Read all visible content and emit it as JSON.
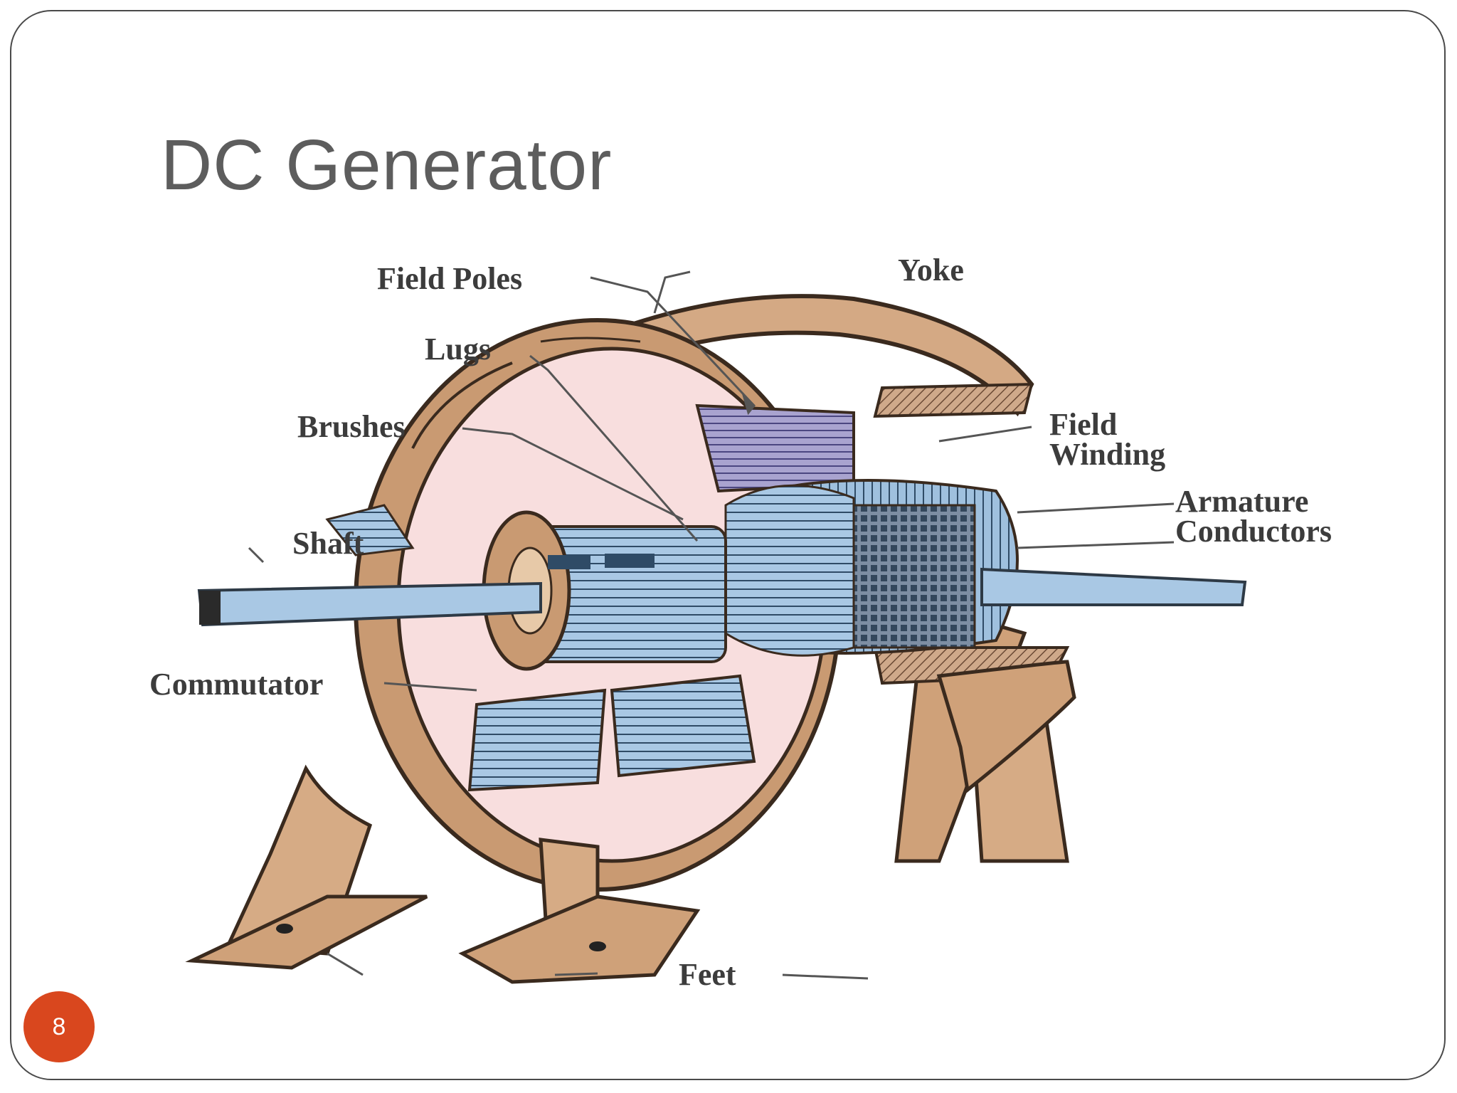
{
  "slide": {
    "title": "DC Generator",
    "page_number": "8",
    "accent_color": "#d9471e"
  },
  "diagram": {
    "labels": {
      "field_poles": "Field Poles",
      "yoke": "Yoke",
      "lugs": "Lugs",
      "brushes": "Brushes",
      "field_winding": "Field Winding",
      "armature_conductors": "Armature Conductors",
      "shaft": "Shaft",
      "commutator": "Commutator",
      "feet": "Feet"
    }
  }
}
